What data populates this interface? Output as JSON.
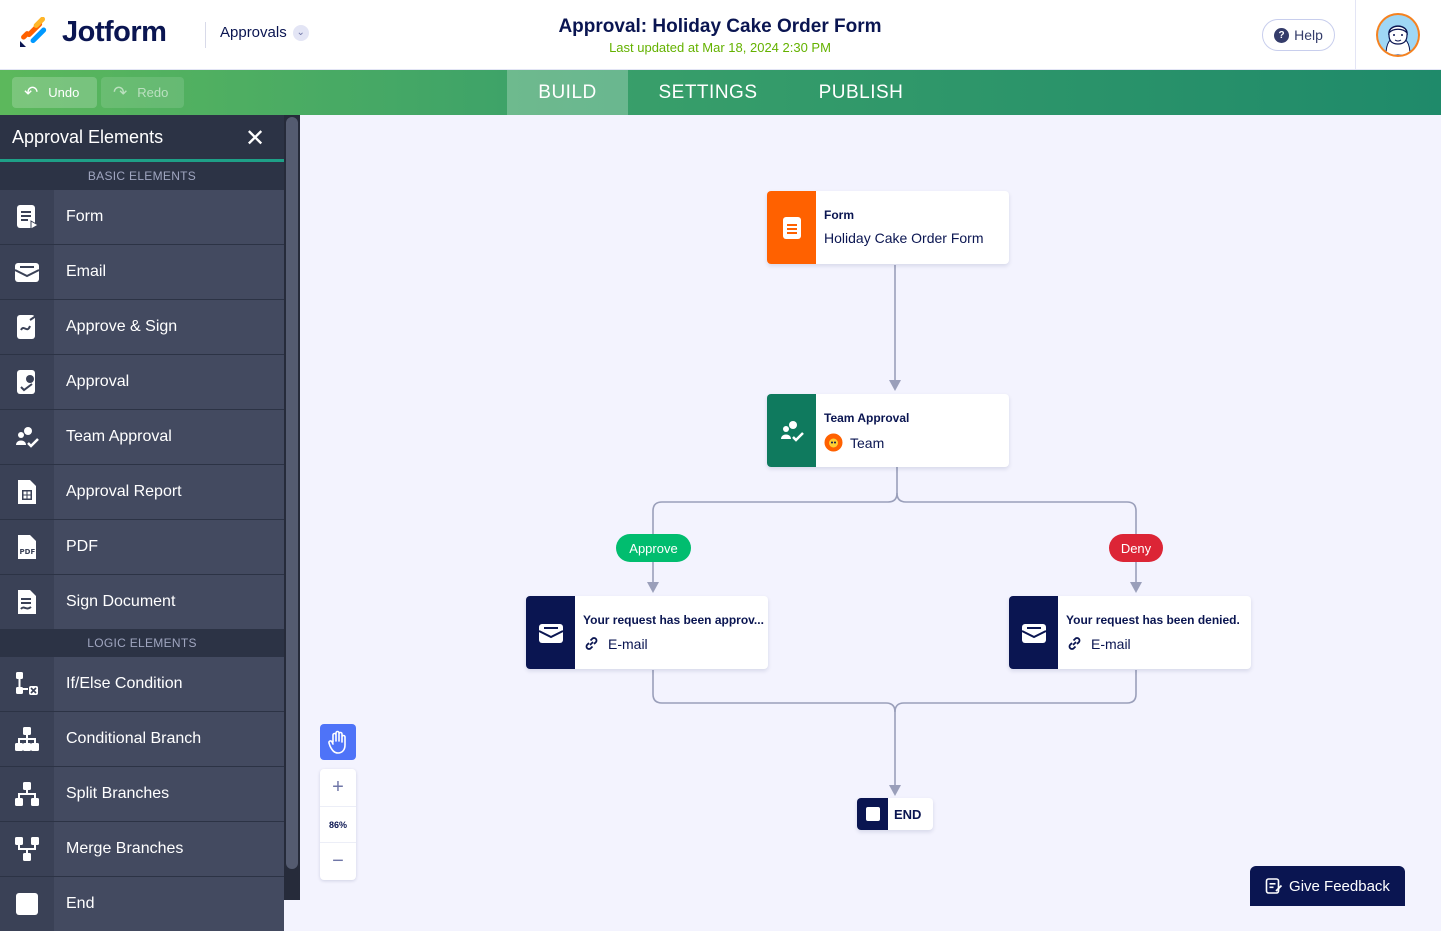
{
  "header": {
    "logo_text": "Jotform",
    "product_dropdown": "Approvals",
    "title": "Approval: Holiday Cake Order Form",
    "subtitle": "Last updated at Mar 18, 2024 2:30 PM",
    "help_label": "Help"
  },
  "toolbar": {
    "undo_label": "Undo",
    "redo_label": "Redo",
    "tabs": [
      {
        "label": "BUILD",
        "active": true
      },
      {
        "label": "SETTINGS",
        "active": false
      },
      {
        "label": "PUBLISH",
        "active": false
      }
    ]
  },
  "sidebar": {
    "title": "Approval Elements",
    "basic_heading": "BASIC ELEMENTS",
    "logic_heading": "LOGIC ELEMENTS",
    "basic_items": [
      {
        "label": "Form",
        "icon": "form-icon"
      },
      {
        "label": "Email",
        "icon": "email-icon"
      },
      {
        "label": "Approve & Sign",
        "icon": "approve-sign-icon"
      },
      {
        "label": "Approval",
        "icon": "approval-icon"
      },
      {
        "label": "Team Approval",
        "icon": "team-approval-icon"
      },
      {
        "label": "Approval Report",
        "icon": "approval-report-icon"
      },
      {
        "label": "PDF",
        "icon": "pdf-icon"
      },
      {
        "label": "Sign Document",
        "icon": "sign-document-icon"
      }
    ],
    "logic_items": [
      {
        "label": "If/Else Condition",
        "icon": "if-else-icon"
      },
      {
        "label": "Conditional Branch",
        "icon": "conditional-branch-icon"
      },
      {
        "label": "Split Branches",
        "icon": "split-branches-icon"
      },
      {
        "label": "Merge Branches",
        "icon": "merge-branches-icon"
      },
      {
        "label": "End",
        "icon": "end-icon"
      }
    ]
  },
  "flow": {
    "form_node": {
      "type": "Form",
      "name": "Holiday Cake Order Form"
    },
    "team_node": {
      "type": "Team Approval",
      "name": "Team"
    },
    "approve_label": "Approve",
    "deny_label": "Deny",
    "approve_email": {
      "type": "Your request has been approv...",
      "name": "E-mail"
    },
    "deny_email": {
      "type": "Your request has been denied.",
      "name": "E-mail"
    },
    "end_label": "END"
  },
  "zoom": {
    "value": "86%"
  },
  "feedback_label": "Give Feedback",
  "colors": {
    "accent_orange": "#ff6100",
    "team_green": "#0f7a5e",
    "email_navy": "#0a1551",
    "approve_green": "#01bd6f",
    "deny_red": "#dc2536"
  }
}
